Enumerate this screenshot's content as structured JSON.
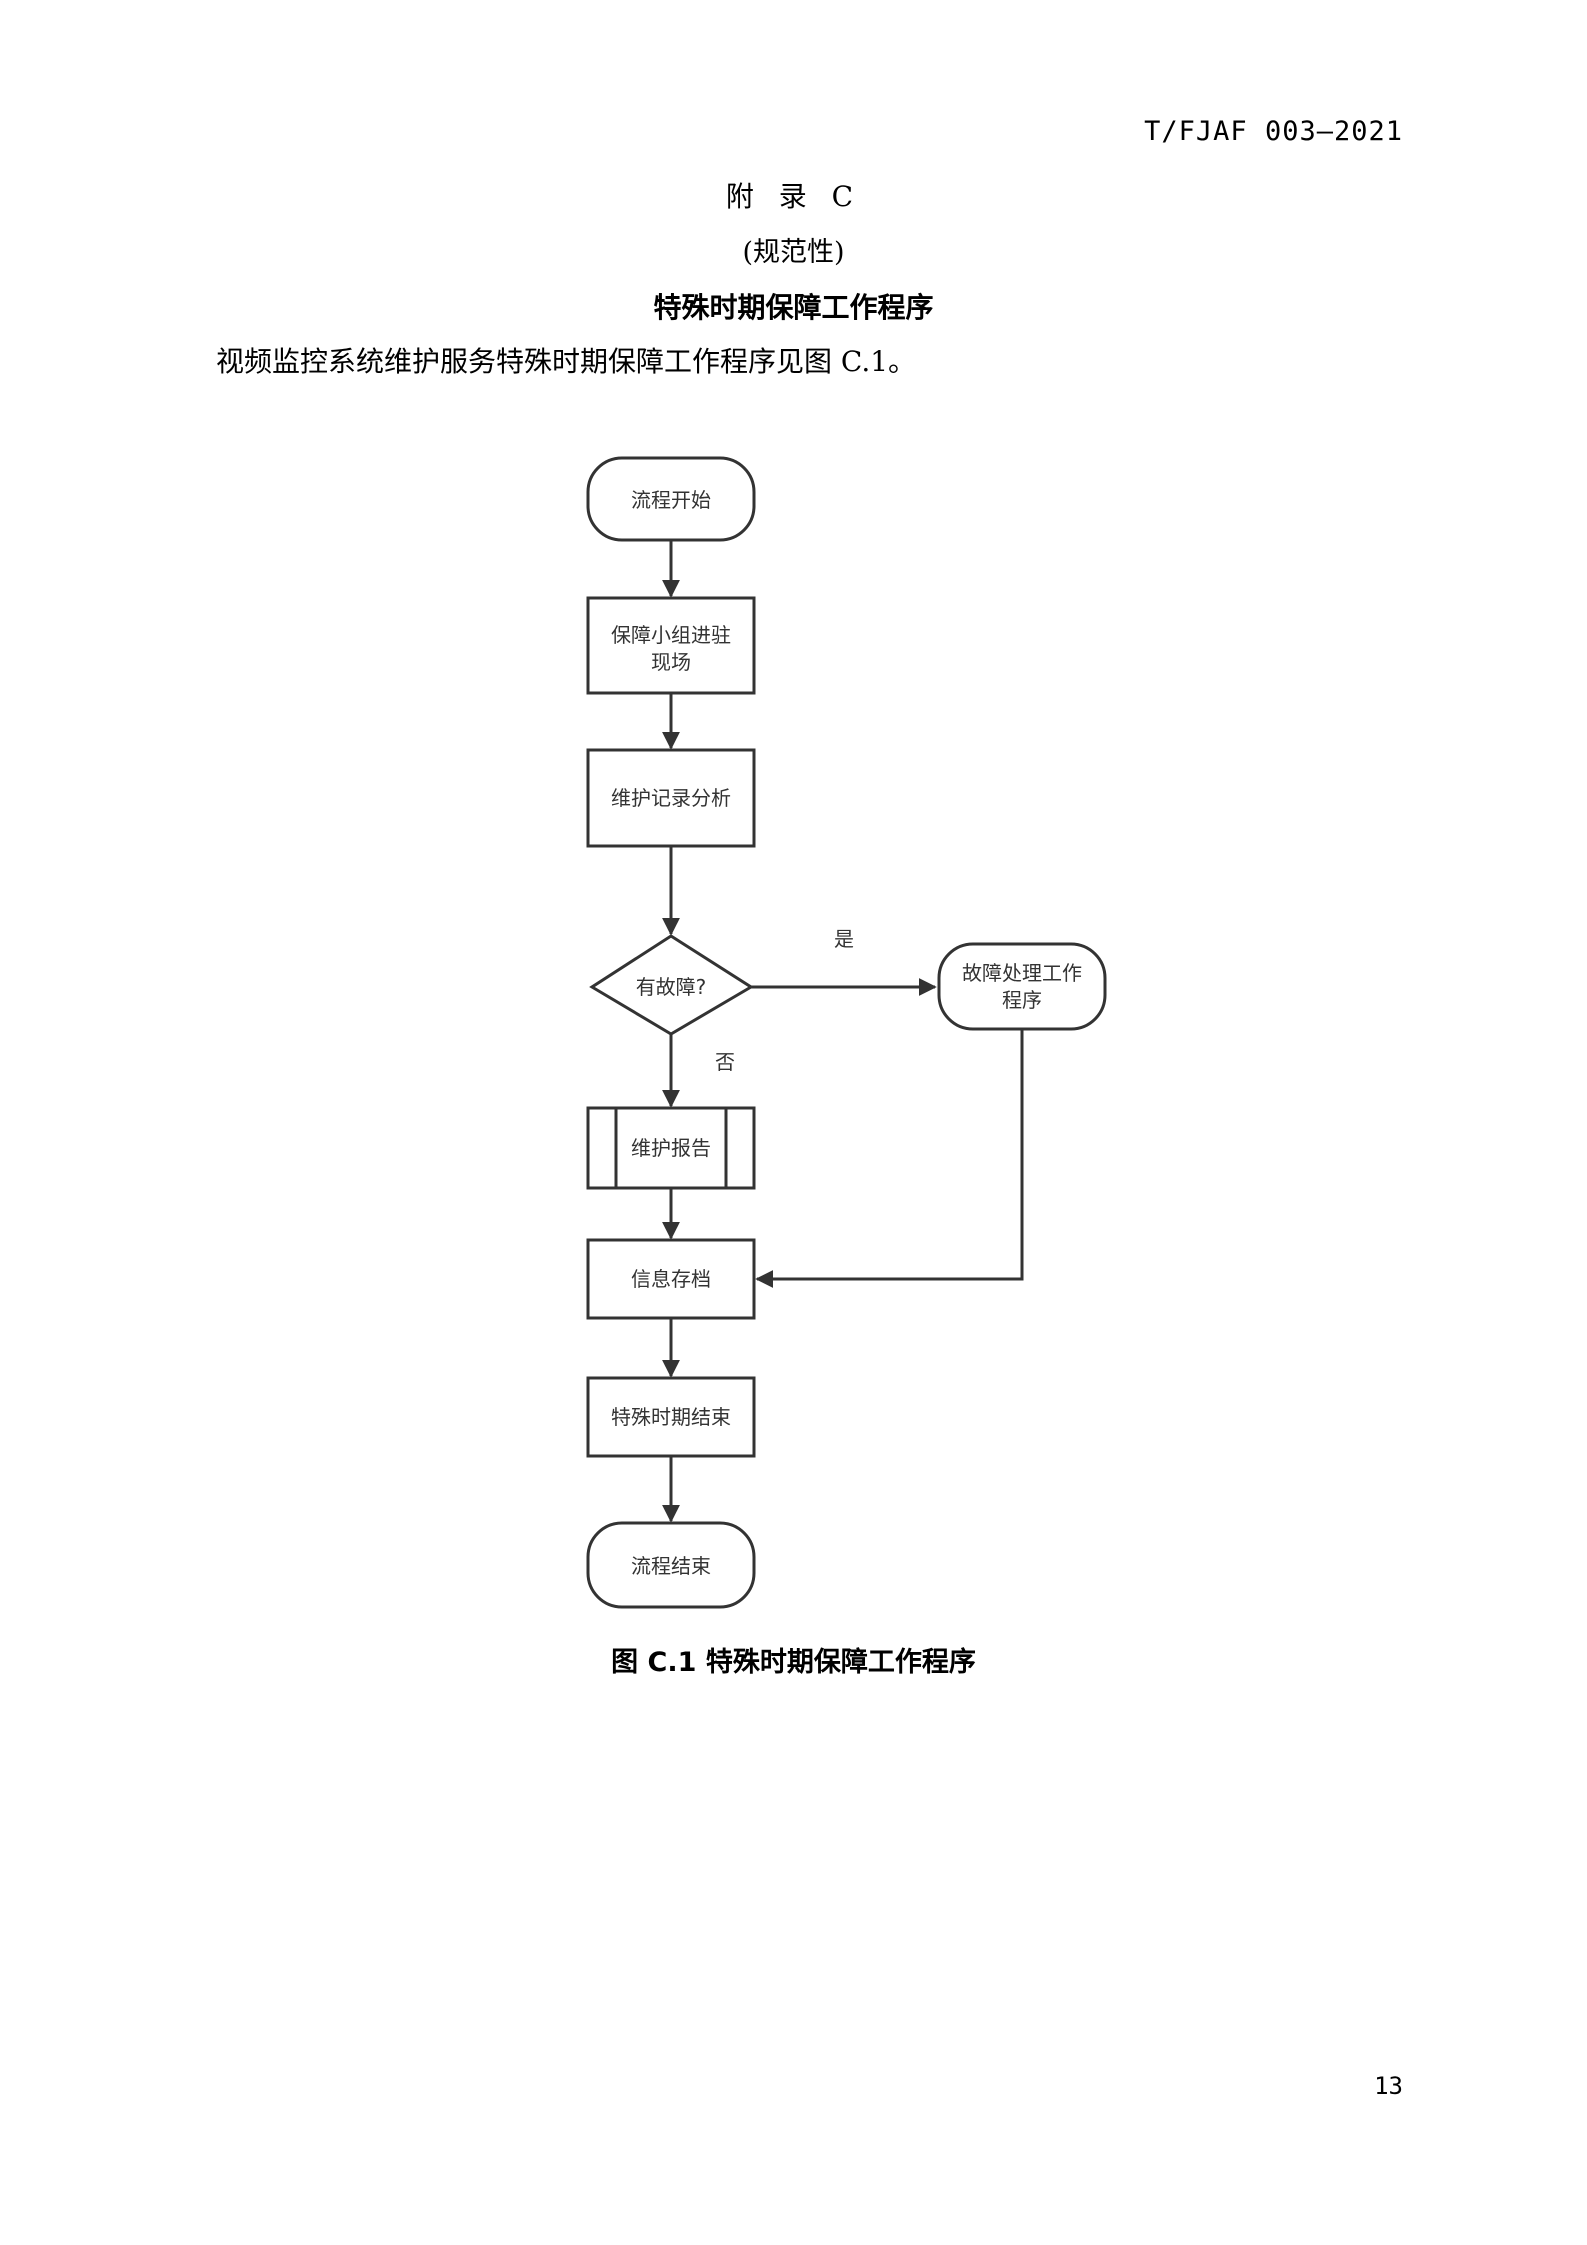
{
  "header": {
    "doc_code": "T/FJAF 003—2021"
  },
  "appendix": {
    "title": "附 录 C",
    "type": "(规范性)",
    "section_title": "特殊时期保障工作程序"
  },
  "intro_text": "视频监控系统维护服务特殊时期保障工作程序见图 C.1。",
  "flowchart": {
    "nodes": {
      "start": "流程开始",
      "team_line1": "保障小组进驻",
      "team_line2": "现场",
      "analysis": "维护记录分析",
      "decision": "有故障?",
      "fault_line1": "故障处理工作",
      "fault_line2": "程序",
      "report": "维护报告",
      "archive": "信息存档",
      "period_end": "特殊时期结束",
      "end": "流程结束"
    },
    "edge_labels": {
      "yes": "是",
      "no": "否"
    }
  },
  "figure_caption": "图 C.1  特殊时期保障工作程序",
  "page_number": "13"
}
